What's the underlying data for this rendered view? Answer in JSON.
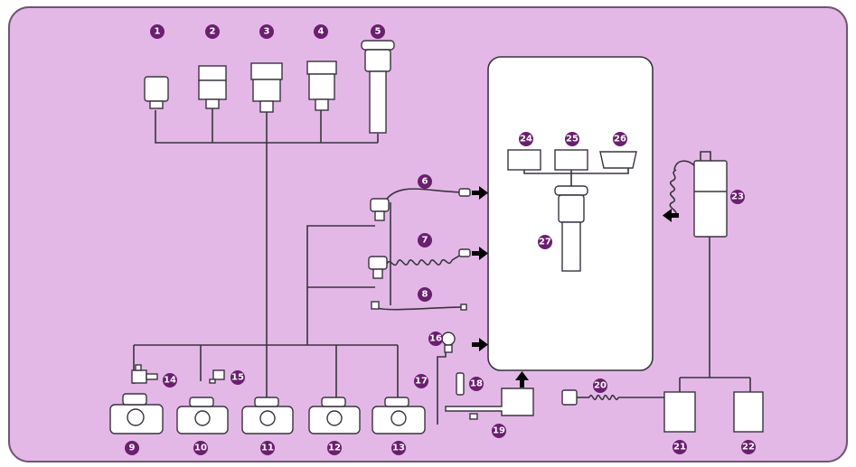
{
  "colors": {
    "background": "#e3b8e6",
    "panel": "#ffffff",
    "badge": "#6a1f6f",
    "line": "#3a3340"
  },
  "badges": {
    "b1": "1",
    "b2": "2",
    "b3": "3",
    "b4": "4",
    "b5": "5",
    "b6": "6",
    "b7": "7",
    "b8": "8",
    "b9": "9",
    "b10": "10",
    "b11": "11",
    "b12": "12",
    "b13": "13",
    "b14": "14",
    "b15": "15",
    "b16": "16",
    "b17": "17",
    "b18": "18",
    "b19": "19",
    "b20": "20",
    "b21": "21",
    "b22": "22",
    "b23": "23",
    "b24": "24",
    "b25": "25",
    "b26": "26",
    "b27": "27"
  },
  "icons": [
    "flash-unit",
    "ring-flash",
    "camera-body",
    "connecting-cord",
    "coiled-cord",
    "battery-pack",
    "ac-adapter",
    "bracket",
    "arrow"
  ]
}
